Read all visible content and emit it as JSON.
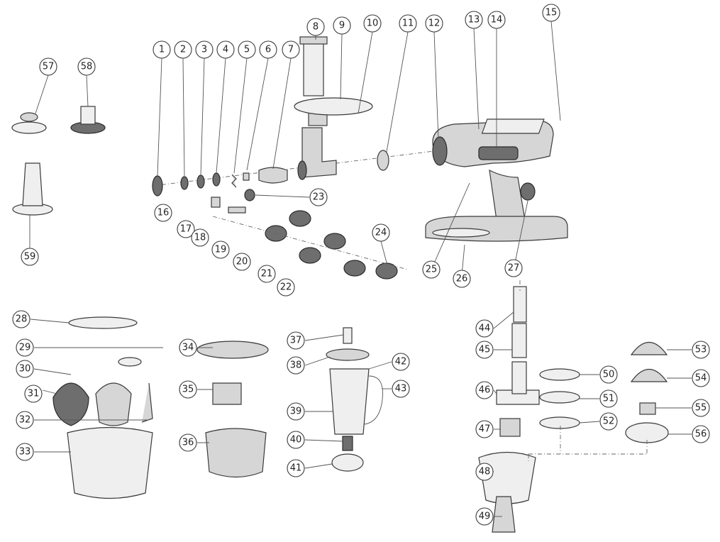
{
  "callouts": [
    "1",
    "2",
    "3",
    "4",
    "5",
    "6",
    "7",
    "8",
    "9",
    "10",
    "11",
    "12",
    "13",
    "14",
    "15",
    "16",
    "17",
    "18",
    "19",
    "20",
    "21",
    "22",
    "23",
    "24",
    "25",
    "26",
    "27",
    "28",
    "29",
    "30",
    "31",
    "32",
    "33",
    "34",
    "35",
    "36",
    "37",
    "38",
    "39",
    "40",
    "41",
    "42",
    "43",
    "44",
    "45",
    "46",
    "47",
    "48",
    "49",
    "50",
    "51",
    "52",
    "53",
    "54",
    "55",
    "56",
    "57",
    "58",
    "59"
  ]
}
